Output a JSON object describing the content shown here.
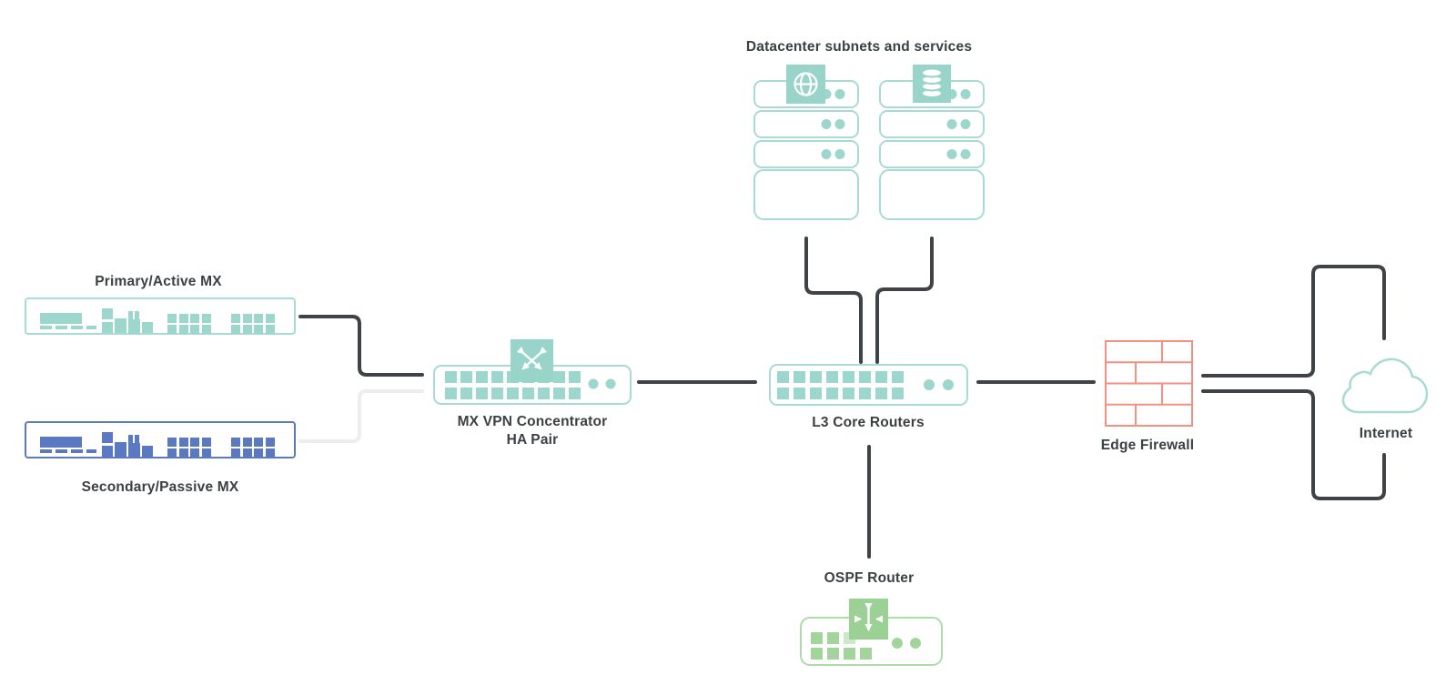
{
  "labels": {
    "datacenter": "Datacenter subnets and services",
    "primary_mx": "Primary/Active MX",
    "secondary_mx": "Secondary/Passive MX",
    "vpn_line1": "MX VPN Concentrator",
    "vpn_line2": "HA Pair",
    "l3": "L3 Core Routers",
    "firewall": "Edge Firewall",
    "internet": "Internet",
    "ospf": "OSPF Router"
  },
  "icons": {
    "web_stack_badge": "globe-icon",
    "db_stack_badge": "database-icon",
    "vpn_badge": "crossed-arrows-icon",
    "ospf_badge": "bidirectional-routing-icon",
    "firewall": "brick-wall-icon",
    "internet": "cloud-icon"
  },
  "colors": {
    "teal_border": "#a7dbd3",
    "teal_fill": "#9dd6cd",
    "teal_badge": "#98d4ca",
    "blue": "#5b79c0",
    "green_border": "#afdba9",
    "green_fill": "#a3d49c",
    "green_light": "#cde8c9",
    "green_badge": "#9bd195",
    "salmon": "#f58f81",
    "line_dark": "#3f4346",
    "line_light": "#ededed",
    "text": "#3b4043",
    "background": "#ffffff"
  }
}
